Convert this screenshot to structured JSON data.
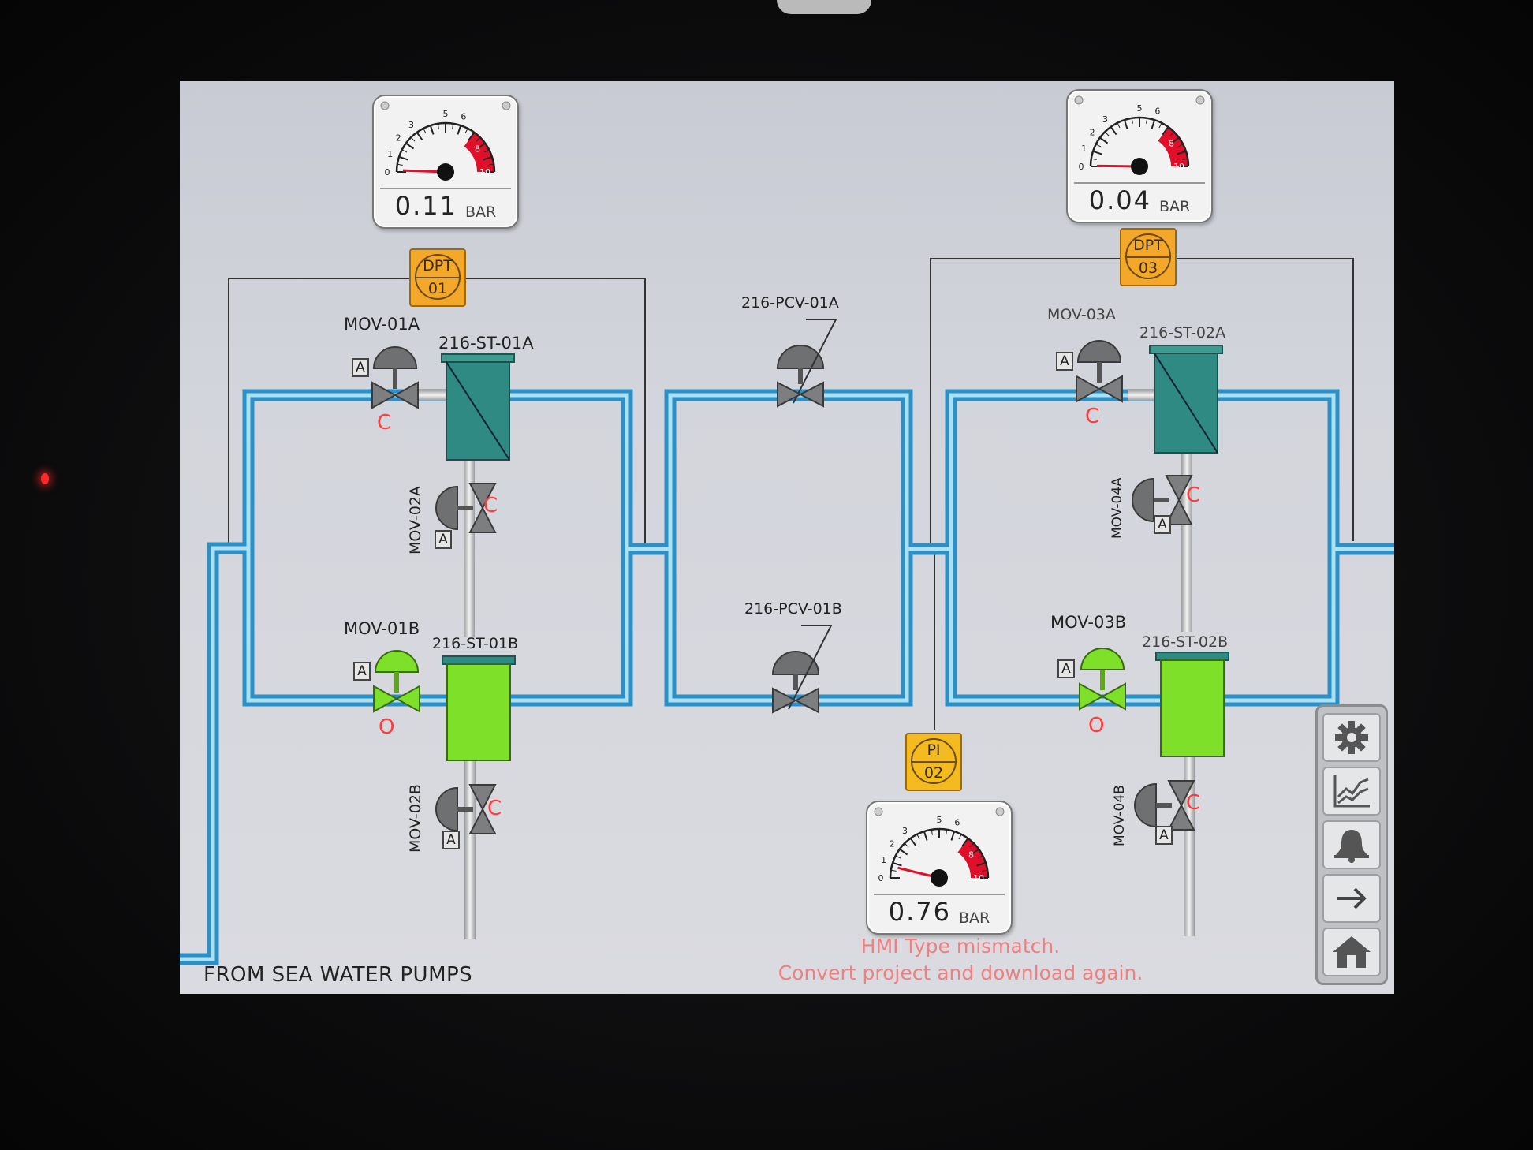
{
  "hmi": {
    "source_label": "FROM SEA WATER PUMPS",
    "error_line1": "HMI Type mismatch.",
    "error_line2": "Convert project and download again."
  },
  "gauges": {
    "dpt01": {
      "value": "0.11",
      "unit": "BAR",
      "ticks": [
        "0",
        "1",
        "2",
        "3",
        "5",
        "6",
        "8",
        "10"
      ],
      "level_fraction": 0.011
    },
    "dpt03": {
      "value": "0.04",
      "unit": "BAR",
      "ticks": [
        "0",
        "1",
        "2",
        "3",
        "5",
        "6",
        "8",
        "10"
      ],
      "level_fraction": 0.004
    },
    "pi02": {
      "value": "0.76",
      "unit": "BAR",
      "ticks": [
        "0",
        "1",
        "2",
        "3",
        "5",
        "6",
        "8",
        "10"
      ],
      "level_fraction": 0.076
    }
  },
  "tags": {
    "dpt01": {
      "line1": "DPT",
      "line2": "01"
    },
    "dpt03": {
      "line1": "DPT",
      "line2": "03"
    },
    "pi02": {
      "line1": "PI",
      "line2": "02"
    }
  },
  "valves": {
    "mov01a": {
      "tag": "MOV-01A",
      "mode": "A",
      "state": "C"
    },
    "mov01b": {
      "tag": "MOV-01B",
      "mode": "A",
      "state": "O"
    },
    "mov02a": {
      "tag": "MOV-02A",
      "mode": "A",
      "state": "C"
    },
    "mov02b": {
      "tag": "MOV-02B",
      "mode": "A",
      "state": "C"
    },
    "mov03a": {
      "tag": "MOV-03A",
      "mode": "A",
      "state": "C"
    },
    "mov03b": {
      "tag": "MOV-03B",
      "mode": "A",
      "state": "O"
    },
    "mov04a": {
      "tag": "MOV-04A",
      "mode": "A",
      "state": "C"
    },
    "mov04b": {
      "tag": "MOV-04B",
      "mode": "A",
      "state": "C"
    },
    "pcv01a": {
      "tag": "216-PCV-01A"
    },
    "pcv01b": {
      "tag": "216-PCV-01B"
    }
  },
  "strainers": {
    "st01a": {
      "tag": "216-ST-01A"
    },
    "st01b": {
      "tag": "216-ST-01B"
    },
    "st02a": {
      "tag": "216-ST-02A"
    },
    "st02b": {
      "tag": "216-ST-02B"
    }
  },
  "sidebar": {
    "buttons": [
      "gear-icon",
      "trend-icon",
      "bell-icon",
      "arrow-right-icon",
      "home-icon"
    ]
  },
  "colors": {
    "pipe": "#3aa8dc",
    "open_green": "#7fe02a",
    "closed_gray": "#7d7e80",
    "strainer_idle": "#2f8a83",
    "strainer_active": "#7fe02a",
    "state_text": "#ff3b3b",
    "tag_orange": "#f4a82a"
  }
}
